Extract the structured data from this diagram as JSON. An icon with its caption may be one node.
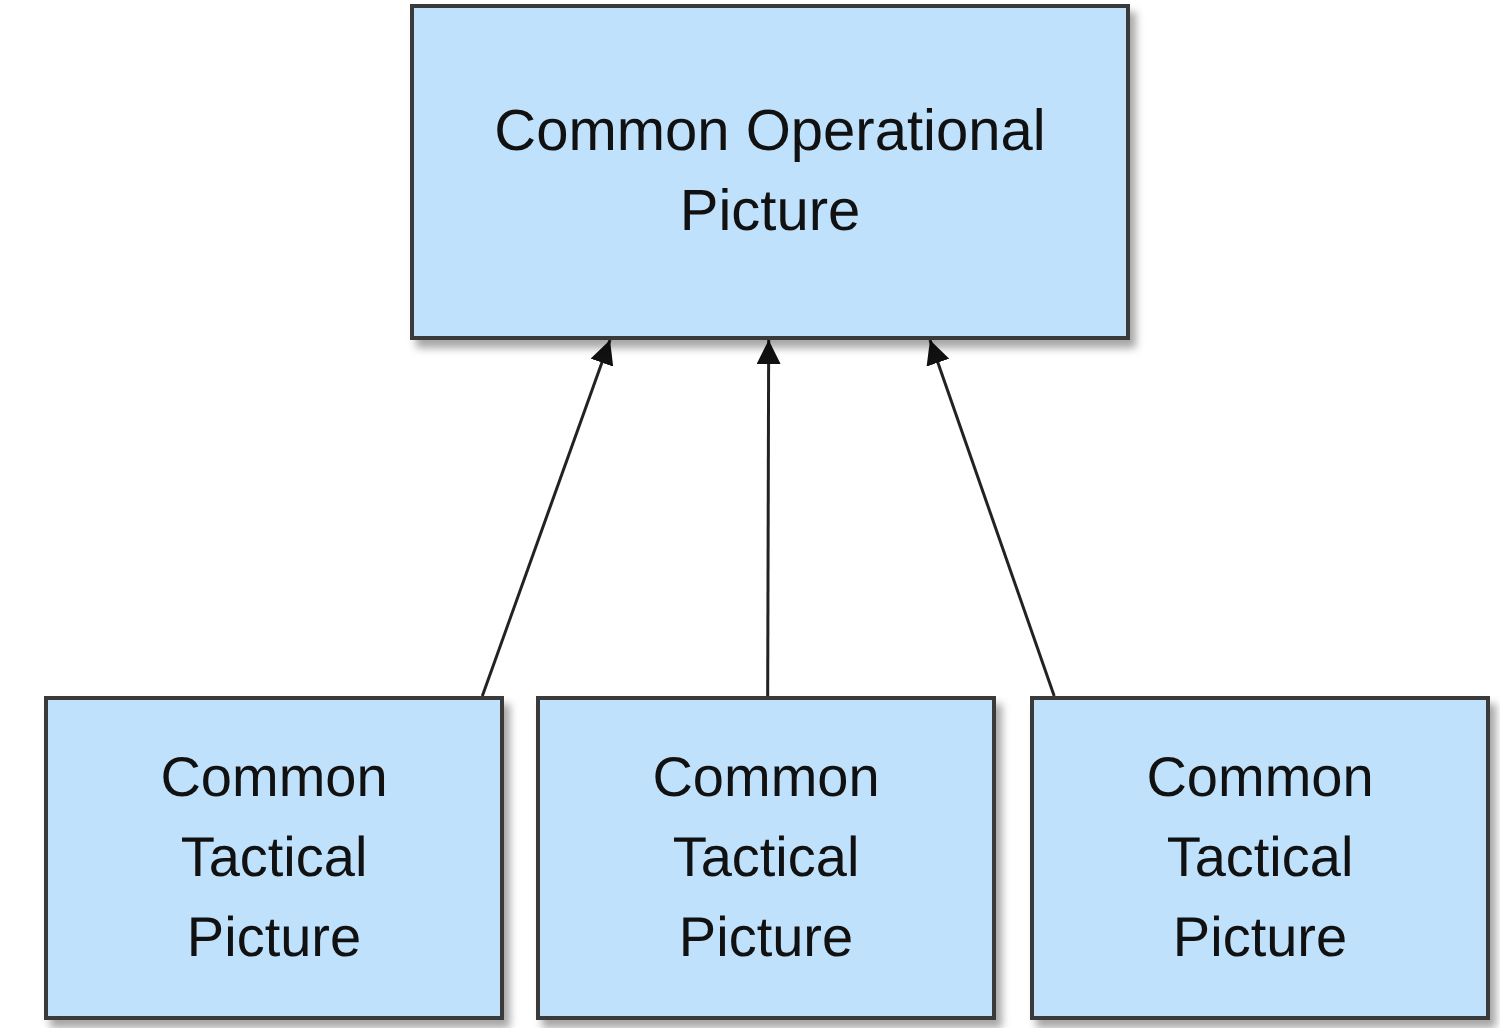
{
  "diagram": {
    "nodes": [
      {
        "text": [
          "Common Operational Picture"
        ]
      },
      {
        "text": [
          "Common Tactical Picture"
        ]
      },
      {
        "text": [
          "Common Tactical Picture"
        ]
      },
      {
        "text": [
          "Common Tactical Picture"
        ]
      }
    ],
    "edges": [
      {
        "from": 1,
        "to": 0,
        "arrow": "to"
      },
      {
        "from": 2,
        "to": 0,
        "arrow": "to"
      },
      {
        "from": 3,
        "to": 0,
        "arrow": "to"
      }
    ]
  }
}
